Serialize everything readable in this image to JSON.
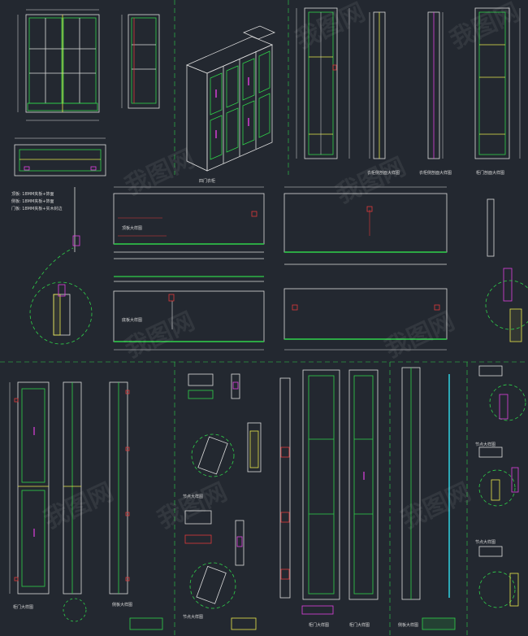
{
  "drawing": {
    "labels": {
      "isometric_view": "四门衣柜",
      "cabinet_section_1": "衣柜侧剖面大样图",
      "cabinet_section_2": "衣柜侧剖面大样图",
      "door_section": "柜门剖面大样图",
      "top_panel": "顶板大样图",
      "bottom_panel": "底板大样图",
      "door_1": "柜门大样图",
      "door_2": "柜门大样图",
      "door_3": "柜门大样图",
      "side_1": "侧板大样图",
      "side_2": "侧板大样图",
      "detail_1": "节点大样图",
      "detail_2": "节点大样图",
      "detail_3": "节点大样图",
      "detail_4": "节点大样图"
    },
    "notes": [
      "顶板: 18MM夹板+饰面",
      "侧板: 18MM夹板+饰面",
      "门板: 18MM夹板+实木封边"
    ],
    "watermark": "我图网",
    "colors": {
      "background": "#232830",
      "line_white": "#dcdcdc",
      "line_green": "#2fd24a",
      "line_yellow": "#e8e84a",
      "line_magenta": "#e040e0",
      "line_red": "#e03a3a",
      "line_cyan": "#30c8d8"
    }
  }
}
